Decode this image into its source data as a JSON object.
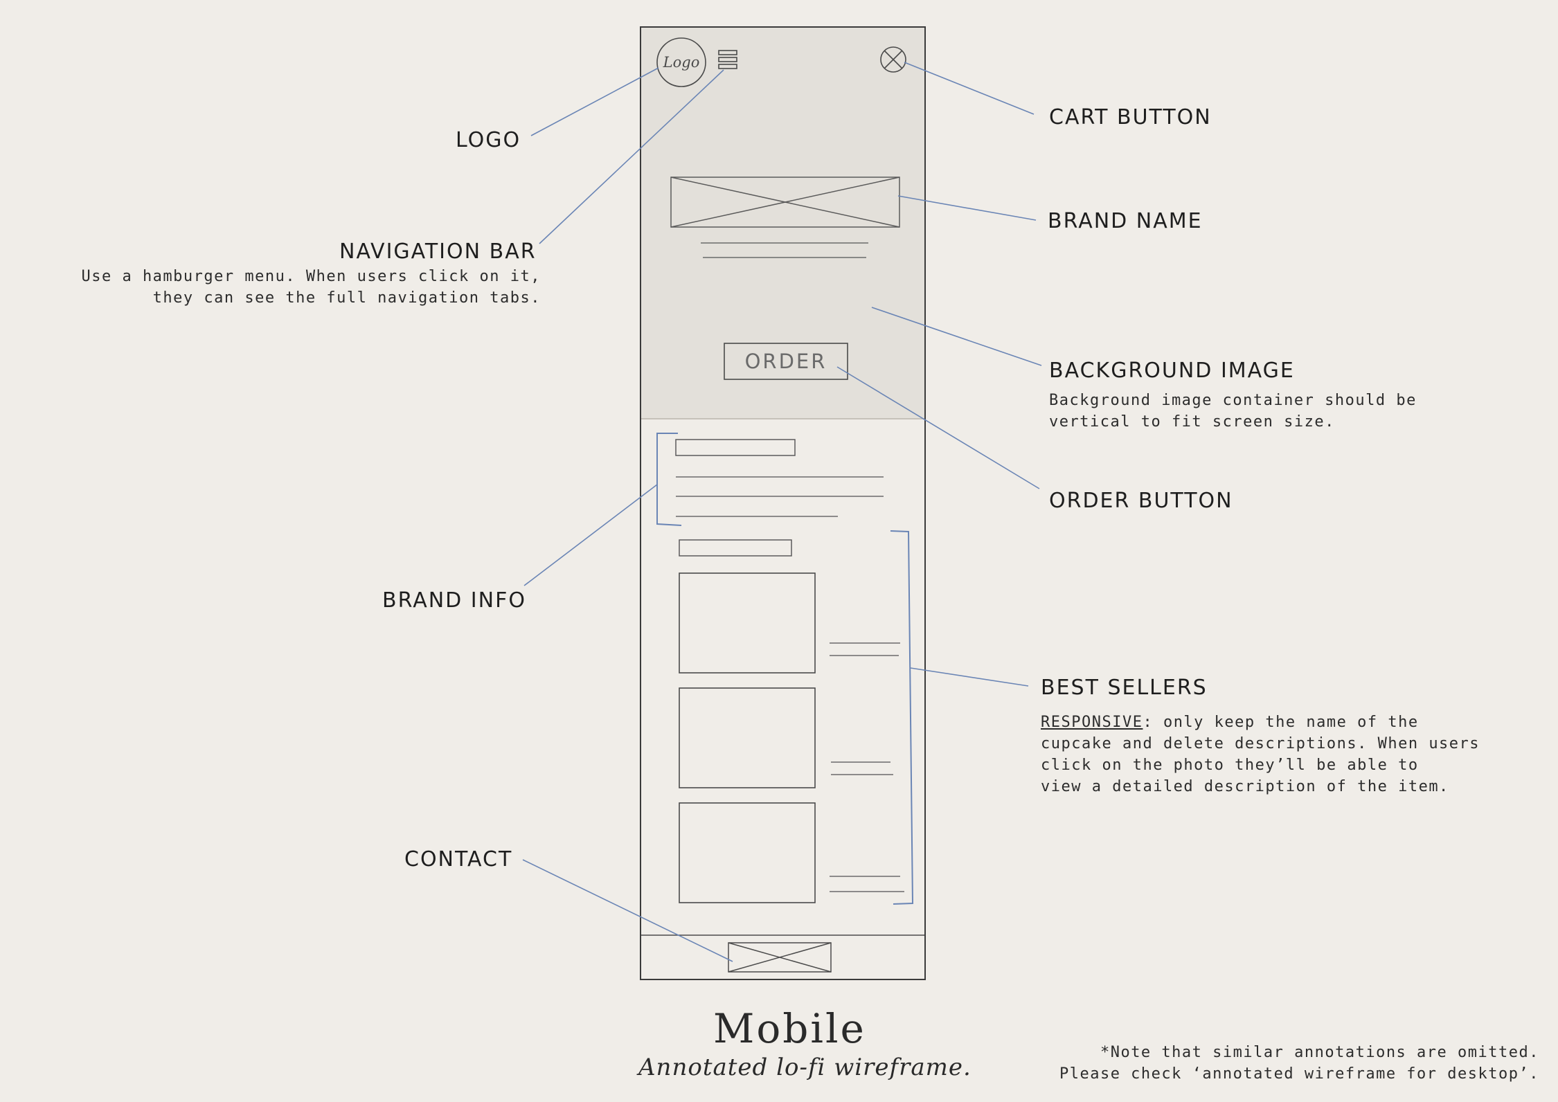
{
  "wireframe": {
    "logo_text": "Logo",
    "order_text": "ORDER"
  },
  "annotations": {
    "logo": "LOGO",
    "navigation_bar": "NAVIGATION BAR",
    "navigation_bar_desc": "Use a hamburger menu. When users click on it,\nthey can see the full navigation tabs.",
    "brand_info": "BRAND INFO",
    "contact": "CONTACT",
    "cart_button": "CART BUTTON",
    "brand_name": "BRAND NAME",
    "background_image": "BACKGROUND IMAGE",
    "background_image_desc": "Background image container should be\nvertical to fit screen size.",
    "order_button": "ORDER BUTTON",
    "best_sellers": "BEST SELLERS",
    "best_sellers_desc_prefix": "RESPONSIVE",
    "best_sellers_desc": ": only keep the name of the\ncupcake and delete descriptions. When users\nclick on the photo they’ll be able to\nview a detailed description of the item."
  },
  "footer": {
    "title": "Mobile",
    "subtitle": "Annotated lo-fi wireframe.",
    "note": "*Note that similar annotations are omitted.\nPlease check ‘annotated wireframe for desktop’."
  },
  "colors": {
    "background": "#f0ede8",
    "hero_fill": "#e3e0da",
    "wire_stroke": "#555555",
    "leader_line": "#6a85b5"
  }
}
